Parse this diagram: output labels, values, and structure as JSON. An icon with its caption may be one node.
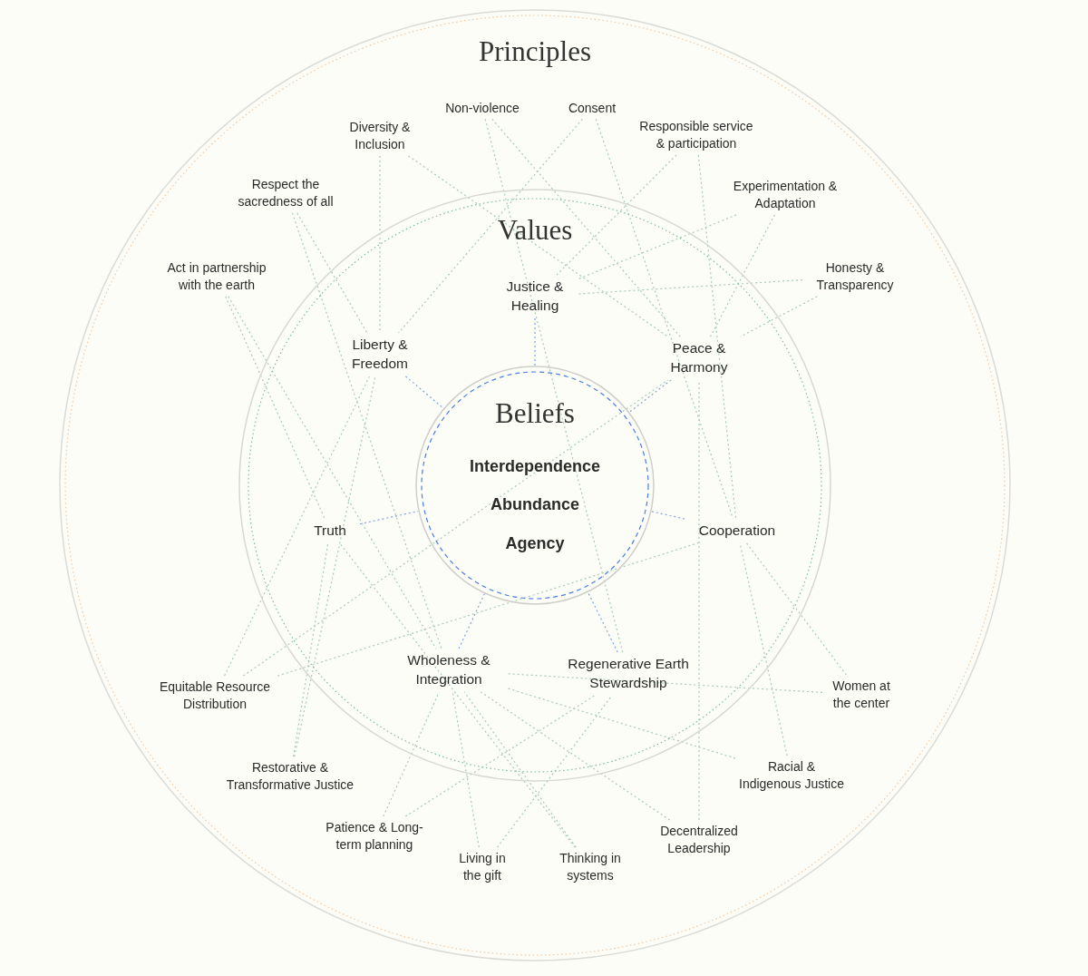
{
  "diagram": {
    "nodes": [
      {
        "text": [
          "Principles"
        ]
      },
      {
        "text": [
          "Values"
        ],
        "in": 0
      },
      {
        "text": [
          "Beliefs"
        ],
        "in": 1
      },
      {
        "text": [
          "Interdependence"
        ],
        "in": 2
      },
      {
        "text": [
          "Abundance"
        ],
        "in": 2
      },
      {
        "text": [
          "Agency"
        ],
        "in": 2
      },
      {
        "text": [
          "Justice & Healing"
        ],
        "in": 1
      },
      {
        "text": [
          "Liberty & Freedom"
        ],
        "in": 1
      },
      {
        "text": [
          "Peace & Harmony"
        ],
        "in": 1
      },
      {
        "text": [
          "Truth"
        ],
        "in": 1
      },
      {
        "text": [
          "Cooperation"
        ],
        "in": 1
      },
      {
        "text": [
          "Wholeness & Integration"
        ],
        "in": 1
      },
      {
        "text": [
          "Regenerative Earth Stewardship"
        ],
        "in": 1
      },
      {
        "text": [
          "Non-violence"
        ],
        "in": 0
      },
      {
        "text": [
          "Consent"
        ],
        "in": 0
      },
      {
        "text": [
          "Diversity & Inclusion"
        ],
        "in": 0
      },
      {
        "text": [
          "Responsible service & participation"
        ],
        "in": 0
      },
      {
        "text": [
          "Respect the sacredness of all"
        ],
        "in": 0
      },
      {
        "text": [
          "Experimentation & Adaptation"
        ],
        "in": 0
      },
      {
        "text": [
          "Act in partnership with the earth"
        ],
        "in": 0
      },
      {
        "text": [
          "Honesty & Transparency"
        ],
        "in": 0
      },
      {
        "text": [
          "Equitable Resource Distribution"
        ],
        "in": 0
      },
      {
        "text": [
          "Women at the center"
        ],
        "in": 0
      },
      {
        "text": [
          "Restorative & Transformative Justice"
        ],
        "in": 0
      },
      {
        "text": [
          "Racial & Indigenous Justice"
        ],
        "in": 0
      },
      {
        "text": [
          "Patience & Long-term planning"
        ],
        "in": 0
      },
      {
        "text": [
          "Decentralized Leadership"
        ],
        "in": 0
      },
      {
        "text": [
          "Living in the gift"
        ],
        "in": 0
      },
      {
        "text": [
          "Thinking in systems"
        ],
        "in": 0
      }
    ],
    "edges": [
      {
        "from": 13,
        "to": 8,
        "arrow": "none",
        "style": "dashed"
      },
      {
        "from": 13,
        "to": 12,
        "arrow": "none",
        "style": "dashed"
      },
      {
        "from": 14,
        "to": 10,
        "arrow": "none",
        "style": "dashed"
      },
      {
        "from": 14,
        "to": 7,
        "arrow": "none",
        "style": "dashed"
      },
      {
        "from": 15,
        "to": 7,
        "arrow": "none",
        "style": "dashed"
      },
      {
        "from": 15,
        "to": 8,
        "arrow": "none",
        "style": "dashed"
      },
      {
        "from": 16,
        "to": 10,
        "arrow": "none",
        "style": "dashed"
      },
      {
        "from": 16,
        "to": 6,
        "arrow": "none",
        "style": "dashed"
      },
      {
        "from": 17,
        "to": 7,
        "arrow": "none",
        "style": "dashed"
      },
      {
        "from": 17,
        "to": 11,
        "arrow": "none",
        "style": "dashed"
      },
      {
        "from": 18,
        "to": 8,
        "arrow": "none",
        "style": "dashed"
      },
      {
        "from": 18,
        "to": 6,
        "arrow": "none",
        "style": "dashed"
      },
      {
        "from": 19,
        "to": 9,
        "arrow": "none",
        "style": "dashed"
      },
      {
        "from": 19,
        "to": 11,
        "arrow": "none",
        "style": "dashed"
      },
      {
        "from": 20,
        "to": 6,
        "arrow": "none",
        "style": "dashed"
      },
      {
        "from": 20,
        "to": 8,
        "arrow": "none",
        "style": "dashed"
      },
      {
        "from": 21,
        "to": 8,
        "arrow": "none",
        "style": "dashed"
      },
      {
        "from": 21,
        "to": 10,
        "arrow": "none",
        "style": "dashed"
      },
      {
        "from": 21,
        "to": 7,
        "arrow": "none",
        "style": "dashed"
      },
      {
        "from": 22,
        "to": 11,
        "arrow": "none",
        "style": "dashed"
      },
      {
        "from": 22,
        "to": 10,
        "arrow": "none",
        "style": "dashed"
      },
      {
        "from": 23,
        "to": 9,
        "arrow": "none",
        "style": "dashed"
      },
      {
        "from": 23,
        "to": 7,
        "arrow": "none",
        "style": "dashed"
      },
      {
        "from": 24,
        "to": 11,
        "arrow": "none",
        "style": "dashed"
      },
      {
        "from": 24,
        "to": 10,
        "arrow": "none",
        "style": "dashed"
      },
      {
        "from": 25,
        "to": 11,
        "arrow": "none",
        "style": "dashed"
      },
      {
        "from": 25,
        "to": 12,
        "arrow": "none",
        "style": "dashed"
      },
      {
        "from": 26,
        "to": 11,
        "arrow": "none",
        "style": "dashed"
      },
      {
        "from": 26,
        "to": 8,
        "arrow": "none",
        "style": "dashed"
      },
      {
        "from": 27,
        "to": 12,
        "arrow": "none",
        "style": "dashed"
      },
      {
        "from": 27,
        "to": 11,
        "arrow": "none",
        "style": "dashed"
      },
      {
        "from": 28,
        "to": 11,
        "arrow": "none",
        "style": "dashed"
      },
      {
        "from": 28,
        "to": 9,
        "arrow": "none",
        "style": "dashed"
      },
      {
        "from": 6,
        "to": 2,
        "arrow": "none",
        "style": "dashed",
        "color": "#7fa3dc"
      },
      {
        "from": 7,
        "to": 2,
        "arrow": "none",
        "style": "dashed",
        "color": "#7fa3dc"
      },
      {
        "from": 8,
        "to": 2,
        "arrow": "none",
        "style": "dashed",
        "color": "#7fa3dc"
      },
      {
        "from": 9,
        "to": 2,
        "arrow": "none",
        "style": "dashed",
        "color": "#7fa3dc"
      },
      {
        "from": 10,
        "to": 2,
        "arrow": "none",
        "style": "dashed",
        "color": "#7fa3dc"
      },
      {
        "from": 11,
        "to": 2,
        "arrow": "none",
        "style": "dashed",
        "color": "#7fa3dc"
      },
      {
        "from": 12,
        "to": 2,
        "arrow": "none",
        "style": "dashed",
        "color": "#7fa3dc"
      }
    ]
  }
}
